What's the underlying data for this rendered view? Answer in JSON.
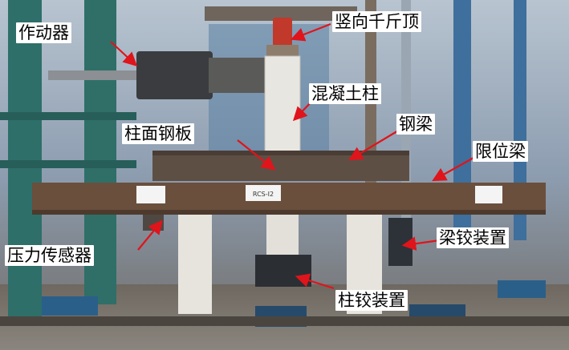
{
  "labels": {
    "actuator": "作动器",
    "vertical_jack": "竖向千斤顶",
    "concrete_column": "混凝土柱",
    "column_steel_plate": "柱面钢板",
    "steel_beam": "钢梁",
    "restraint_beam": "限位梁",
    "pressure_sensor": "压力传感器",
    "beam_hinge": "梁铰装置",
    "column_hinge": "柱铰装置"
  },
  "specimen_tag": "RCS-I2",
  "colors": {
    "arrow": "#e0141b",
    "steel_frame": "#2e6f6a",
    "beam": "#6a4f3d",
    "concrete": "#e8e6e0",
    "background_wall": "#7f93a8"
  }
}
